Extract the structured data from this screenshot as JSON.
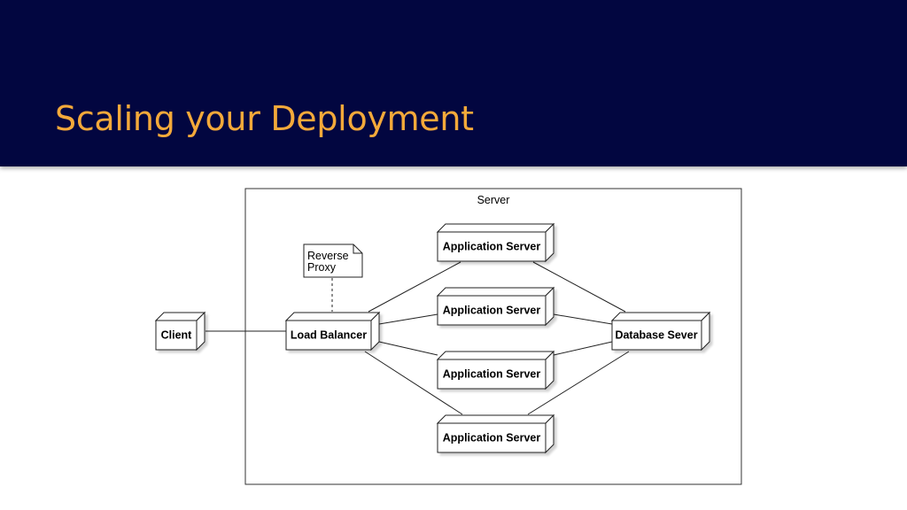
{
  "slide": {
    "title": "Scaling your Deployment"
  },
  "diagram": {
    "container_label": "Server",
    "note_lines": [
      "Reverse",
      "Proxy"
    ],
    "nodes": {
      "client": "Client",
      "load_balancer": "Load Balancer",
      "app_server_1": "Application Server",
      "app_server_2": "Application Server",
      "app_server_3": "Application Server",
      "app_server_4": "Application Server",
      "database": "Database Sever"
    }
  },
  "colors": {
    "header_bg": "#020640",
    "title_text": "#f4a93a",
    "line": "#000000"
  }
}
